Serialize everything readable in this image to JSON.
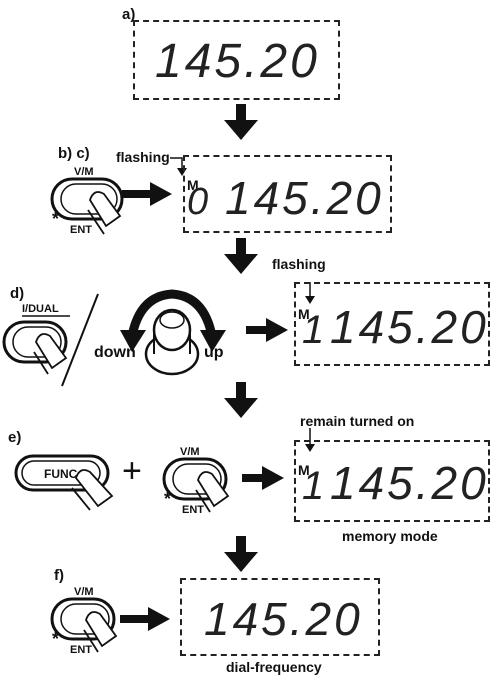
{
  "steps": {
    "a": "a)",
    "bc": "b) c)",
    "d": "d)",
    "e": "e)",
    "f": "f)"
  },
  "displays": {
    "a": {
      "frequency": "145.20",
      "memory_flag": "",
      "channel": ""
    },
    "bc": {
      "frequency": "145.20",
      "memory_flag": "M",
      "channel": "0"
    },
    "d": {
      "frequency": "145.20",
      "memory_flag": "M",
      "channel": "1"
    },
    "e": {
      "frequency": "145.20",
      "memory_flag": "M",
      "channel": "1"
    },
    "f": {
      "frequency": "145.20",
      "memory_flag": "",
      "channel": ""
    }
  },
  "notes": {
    "flashing_top": "flashing",
    "flashing_mid": "flashing",
    "remain_on": "remain turned on",
    "memory_mode": "memory mode",
    "dial_frequency": "dial-frequency"
  },
  "buttons": {
    "vm_top": "V/M",
    "ent": "ENT",
    "asterisk": "*",
    "dual": "I/DUAL",
    "func": "FUNC",
    "plus": "+"
  },
  "dial": {
    "down": "down",
    "up": "up"
  }
}
